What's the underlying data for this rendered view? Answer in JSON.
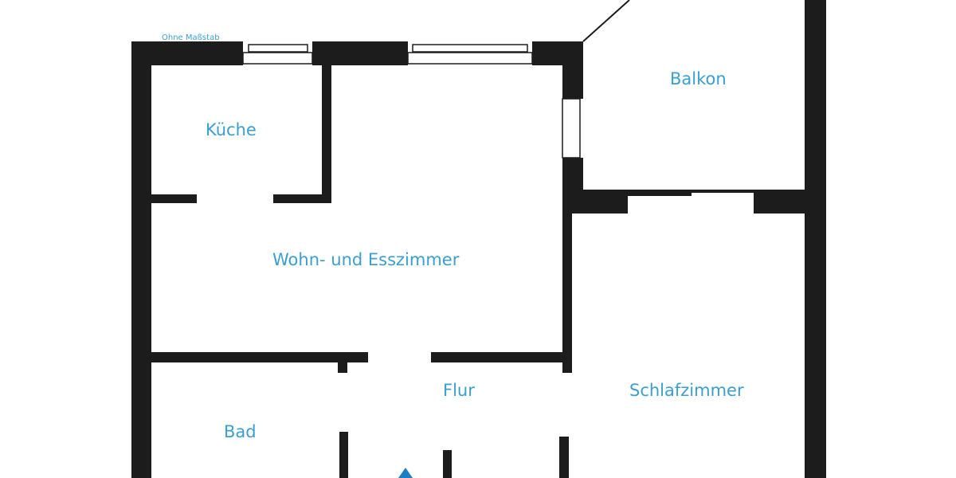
{
  "scale_note": "Ohne Maßstab",
  "rooms": {
    "kueche": "Küche",
    "balkon": "Balkon",
    "wohnzimmer": "Wohn- und Esszimmer",
    "flur": "Flur",
    "schlafzimmer": "Schlafzimmer",
    "bad": "Bad"
  },
  "colors": {
    "wall": "#1c1c1c",
    "label": "#3a9fd0",
    "entrance_marker": "#1a7fc4"
  }
}
